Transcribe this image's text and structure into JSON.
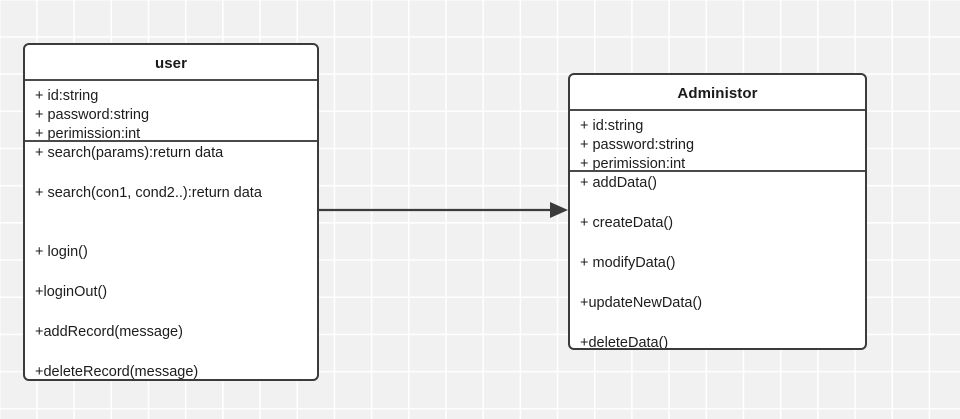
{
  "diagram": {
    "type": "uml-class-diagram",
    "background": "#f1f1f1",
    "grid_color": "#ffffff",
    "border_color": "#3b3b3b",
    "text_color": "#1c1c1c"
  },
  "classes": [
    {
      "id": "user",
      "name": "user",
      "attributes": [
        "+ id:string",
        "+ password:string",
        "+ perimission:int"
      ],
      "methods": [
        "+ search(params):return data",
        "+ search(con1, cond2..):return data",
        "+ login()",
        "+loginOut()",
        "+addRecord(message)",
        "+deleteRecord(message)"
      ]
    },
    {
      "id": "administor",
      "name": "Administor",
      "attributes": [
        "+ id:string",
        "+ password:string",
        "+ perimission:int"
      ],
      "methods": [
        "+ addData()",
        "+ createData()",
        "+ modifyData()",
        "+updateNewData()",
        "+deleteData()"
      ]
    }
  ],
  "relationships": [
    {
      "id": "user-to-administor",
      "kind": "association",
      "from": "user",
      "to": "administor",
      "line_style": "solid",
      "arrowhead": "filled-triangle",
      "label": ""
    }
  ]
}
